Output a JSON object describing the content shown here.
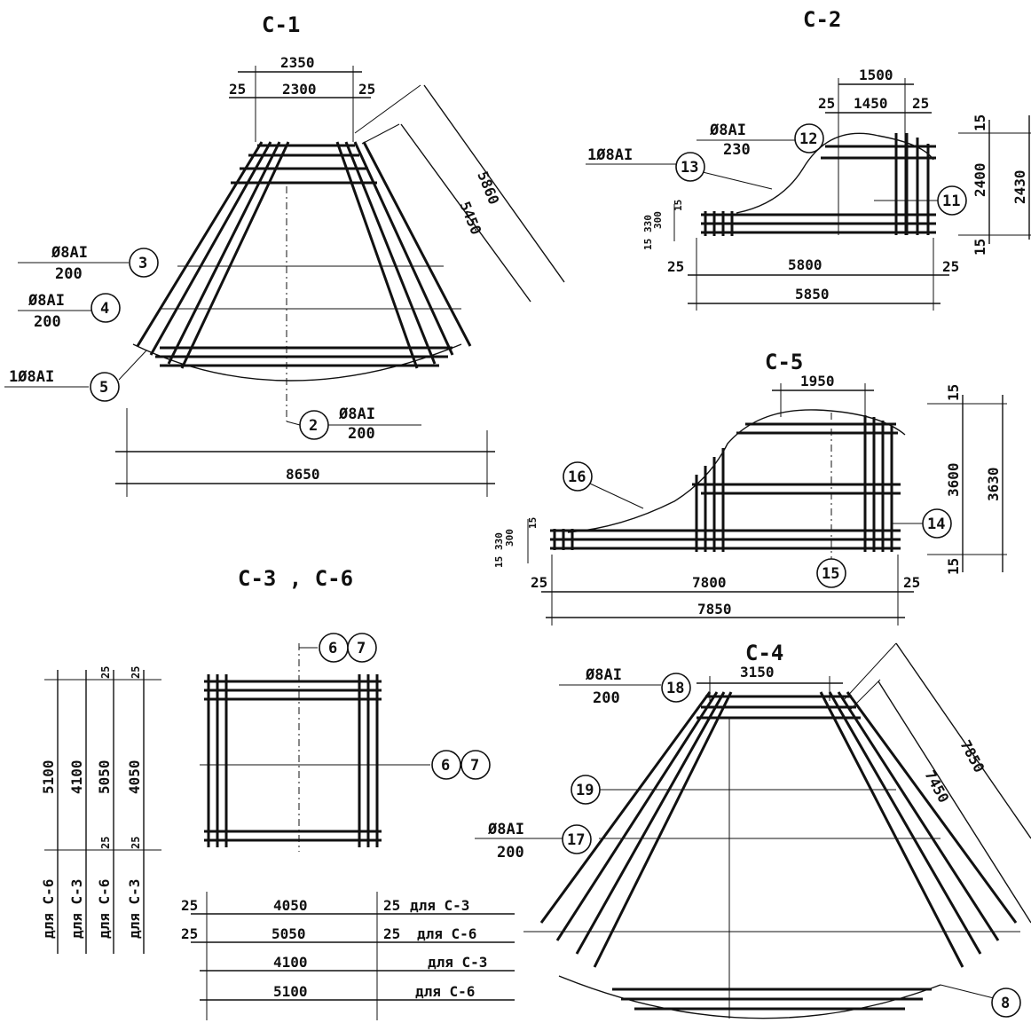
{
  "titles": {
    "c1": "С-1",
    "c2": "С-2",
    "c5": "С-5",
    "c36": "С-3 , С-6",
    "c4": "С-4"
  },
  "c1": {
    "dim_top_outer": "2350",
    "dim_top_inner": "2300",
    "dim_top_l": "25",
    "dim_top_r": "25",
    "dim_side_inner": "5450",
    "dim_side_outer": "5860",
    "dim_bottom": "8650",
    "callout_3_spec": "Ø8АI",
    "callout_3_step": "200",
    "mark_3": "3",
    "callout_4_spec": "Ø8АI",
    "callout_4_step": "200",
    "mark_4": "4",
    "callout_5_spec": "1Ø8АI",
    "mark_5": "5",
    "callout_2_spec": "Ø8АI",
    "callout_2_step": "200",
    "mark_2": "2"
  },
  "c2": {
    "dim_top_outer": "1500",
    "dim_top_inner": "1450",
    "dim_top_l": "25",
    "dim_top_r": "25",
    "dim_r_inner": "2400",
    "dim_r_outer": "2430",
    "dim_r_top": "15",
    "dim_r_bot": "15",
    "dim_l_a": "330",
    "dim_l_b": "300",
    "dim_l_c": "15",
    "dim_l_d": "15",
    "dim_bottom_inner": "5800",
    "dim_bottom_outer": "5850",
    "dim_bot_l": "25",
    "dim_bot_r": "25",
    "callout_12_spec": "Ø8АI",
    "callout_12_step": "230",
    "mark_12": "12",
    "callout_13_spec": "1Ø8АI",
    "mark_13": "13",
    "mark_11": "11"
  },
  "c5": {
    "dim_top": "1950",
    "dim_r_inner": "3600",
    "dim_r_outer": "3630",
    "dim_r_top": "15",
    "dim_r_bot": "15",
    "dim_l_a": "330",
    "dim_l_b": "300",
    "dim_l_c": "15",
    "dim_l_d": "15",
    "dim_bottom_inner": "7800",
    "dim_bottom_outer": "7850",
    "dim_bot_l": "25",
    "dim_bot_r": "25",
    "mark_16": "16",
    "mark_14": "14",
    "mark_15": "15"
  },
  "c36": {
    "mark_6": "6",
    "mark_7": "7",
    "v_dims": [
      "5100",
      "4100",
      "5050",
      "4050"
    ],
    "v_small": [
      "25",
      "25",
      "25",
      "25"
    ],
    "v_notes": [
      "для С-6",
      "для С-3",
      "для С-6",
      "для С-3"
    ],
    "rows": [
      {
        "l": "25",
        "v": "4050",
        "r": "25",
        "note": "для С-3"
      },
      {
        "l": "25",
        "v": "5050",
        "r": "25",
        "note": "для С-6"
      },
      {
        "l": "",
        "v": "4100",
        "r": "",
        "note": "для С-3"
      },
      {
        "l": "",
        "v": "5100",
        "r": "",
        "note": "для С-6"
      }
    ]
  },
  "c4": {
    "dim_top": "3150",
    "dim_side_inner": "7450",
    "dim_side_outer": "7850",
    "callout_18_spec": "Ø8АI",
    "callout_18_step": "200",
    "mark_18": "18",
    "mark_19": "19",
    "callout_17_spec": "Ø8АI",
    "callout_17_step": "200",
    "mark_17": "17",
    "mark_8": "8"
  }
}
